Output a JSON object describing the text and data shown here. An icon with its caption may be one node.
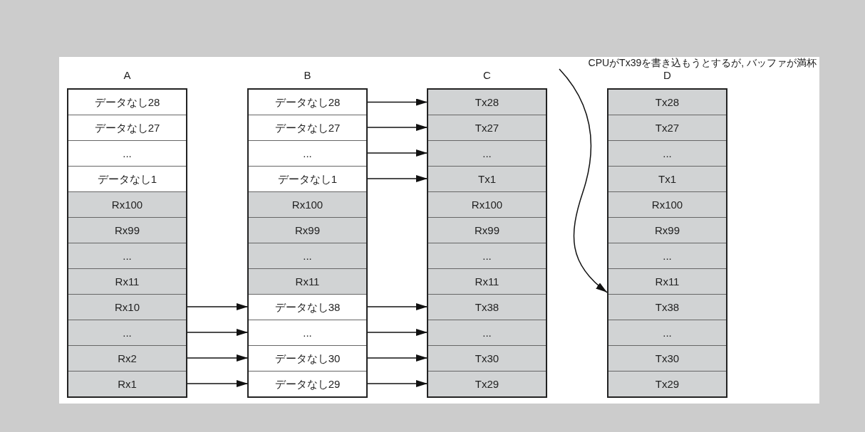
{
  "diagram": {
    "nodes": [
      {
        "text": [
          "A"
        ]
      },
      {
        "text": [
          "データなし28"
        ],
        "in": 0
      },
      {
        "text": [
          "データなし27"
        ],
        "in": 0
      },
      {
        "text": [
          "..."
        ],
        "in": 0
      },
      {
        "text": [
          "データなし1"
        ],
        "in": 0
      },
      {
        "text": [
          "Rx100"
        ],
        "in": 0
      },
      {
        "text": [
          "Rx99"
        ],
        "in": 0
      },
      {
        "text": [
          "..."
        ],
        "in": 0
      },
      {
        "text": [
          "Rx11"
        ],
        "in": 0
      },
      {
        "text": [
          "Rx10"
        ],
        "in": 0
      },
      {
        "text": [
          "..."
        ],
        "in": 0
      },
      {
        "text": [
          "Rx2"
        ],
        "in": 0
      },
      {
        "text": [
          "Rx1"
        ],
        "in": 0
      },
      {
        "text": [
          "B"
        ]
      },
      {
        "text": [
          "データなし28"
        ],
        "in": 13
      },
      {
        "text": [
          "データなし27"
        ],
        "in": 13
      },
      {
        "text": [
          "..."
        ],
        "in": 13
      },
      {
        "text": [
          "データなし1"
        ],
        "in": 13
      },
      {
        "text": [
          "Rx100"
        ],
        "in": 13
      },
      {
        "text": [
          "Rx99"
        ],
        "in": 13
      },
      {
        "text": [
          "..."
        ],
        "in": 13
      },
      {
        "text": [
          "Rx11"
        ],
        "in": 13
      },
      {
        "text": [
          "データなし38"
        ],
        "in": 13
      },
      {
        "text": [
          "..."
        ],
        "in": 13
      },
      {
        "text": [
          "データなし30"
        ],
        "in": 13
      },
      {
        "text": [
          "データなし29"
        ],
        "in": 13
      },
      {
        "text": [
          "C"
        ]
      },
      {
        "text": [
          "Tx28"
        ],
        "in": 26
      },
      {
        "text": [
          "Tx27"
        ],
        "in": 26
      },
      {
        "text": [
          "..."
        ],
        "in": 26
      },
      {
        "text": [
          "Tx1"
        ],
        "in": 26
      },
      {
        "text": [
          "Rx100"
        ],
        "in": 26
      },
      {
        "text": [
          "Rx99"
        ],
        "in": 26
      },
      {
        "text": [
          "..."
        ],
        "in": 26
      },
      {
        "text": [
          "Rx11"
        ],
        "in": 26
      },
      {
        "text": [
          "Tx38"
        ],
        "in": 26
      },
      {
        "text": [
          "..."
        ],
        "in": 26
      },
      {
        "text": [
          "Tx30"
        ],
        "in": 26
      },
      {
        "text": [
          "Tx29"
        ],
        "in": 26
      },
      {
        "text": [
          "D"
        ]
      },
      {
        "text": [
          "Tx28"
        ],
        "in": 39
      },
      {
        "text": [
          "Tx27"
        ],
        "in": 39
      },
      {
        "text": [
          "..."
        ],
        "in": 39
      },
      {
        "text": [
          "Tx1"
        ],
        "in": 39
      },
      {
        "text": [
          "Rx100"
        ],
        "in": 39
      },
      {
        "text": [
          "Rx99"
        ],
        "in": 39
      },
      {
        "text": [
          "..."
        ],
        "in": 39
      },
      {
        "text": [
          "Rx11"
        ],
        "in": 39
      },
      {
        "text": [
          "Tx38"
        ],
        "in": 39
      },
      {
        "text": [
          "..."
        ],
        "in": 39
      },
      {
        "text": [
          "Tx30"
        ],
        "in": 39
      },
      {
        "text": [
          "Tx29"
        ],
        "in": 39
      },
      {
        "text": [
          "CPUがTx39を書き込もうとするが, バッファが満杯"
        ]
      }
    ],
    "edges": [
      {
        "from": 9,
        "to": 22,
        "arrow": "to"
      },
      {
        "from": 10,
        "to": 23,
        "arrow": "to"
      },
      {
        "from": 11,
        "to": 24,
        "arrow": "to"
      },
      {
        "from": 12,
        "to": 25,
        "arrow": "to"
      },
      {
        "from": 14,
        "to": 27,
        "arrow": "to"
      },
      {
        "from": 15,
        "to": 28,
        "arrow": "to"
      },
      {
        "from": 16,
        "to": 29,
        "arrow": "to"
      },
      {
        "from": 17,
        "to": 30,
        "arrow": "to"
      },
      {
        "from": 22,
        "to": 35,
        "arrow": "to"
      },
      {
        "from": 23,
        "to": 36,
        "arrow": "to"
      },
      {
        "from": 24,
        "to": 37,
        "arrow": "to"
      },
      {
        "from": 25,
        "to": 38,
        "arrow": "to"
      },
      {
        "from": 52,
        "to": 39,
        "arrow": "to"
      }
    ]
  }
}
